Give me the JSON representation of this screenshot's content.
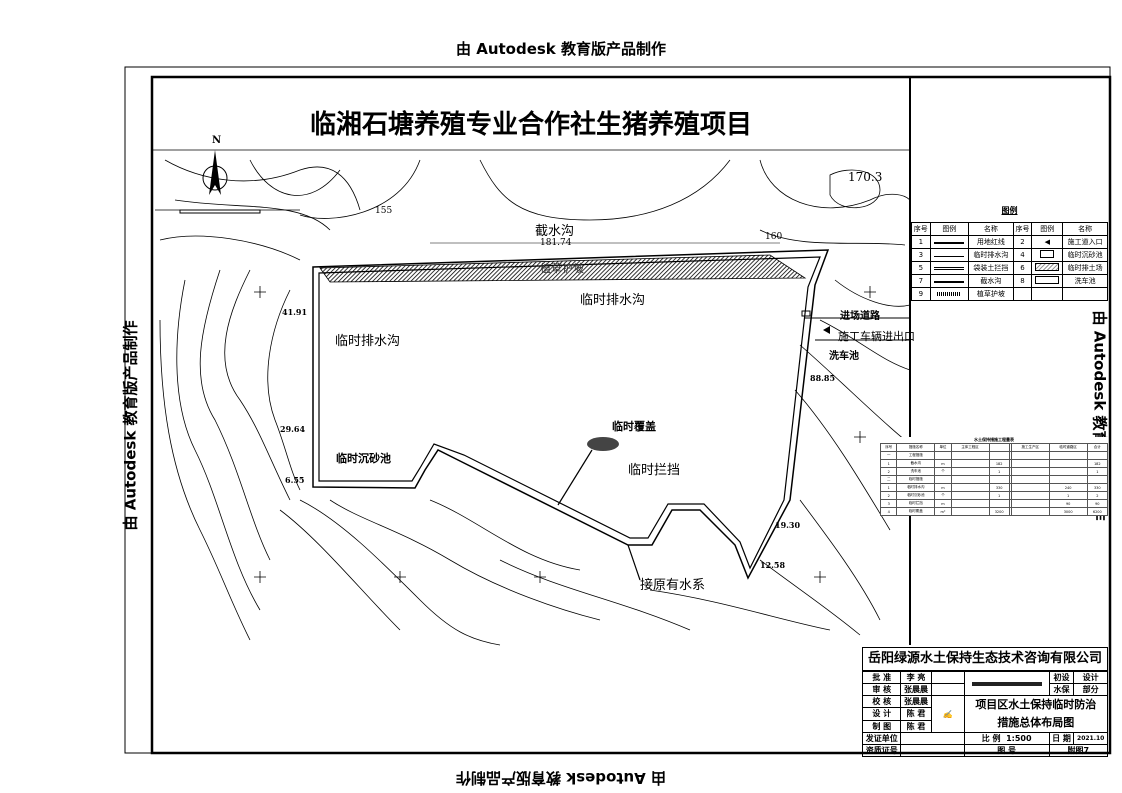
{
  "watermark": "由 Autodesk 教育版产品制作",
  "title": "临湘石塘养殖专业合作社生猪养殖项目",
  "north": "N",
  "map_labels": {
    "intercept_ditch": "截水沟",
    "intercept_length": "181.74",
    "slope_protection": "植草护坡",
    "temp_drain_top": "临时排水沟",
    "temp_drain_left": "临时排水沟",
    "access_road": "进场道路",
    "vehicle_exit": "施工车辆进出口",
    "car_wash": "洗车池",
    "temp_cover": "临时覆盖",
    "temp_block": "临时拦挡",
    "sediment_pond": "临时沉砂池",
    "connect_water": "接原有水系",
    "contour_155": "155",
    "contour_160": "160",
    "elev_170": "170.3",
    "len_left_top": "41.91",
    "len_left_mid": "29.64",
    "len_left_bot": "6.55",
    "len_right_top": "88.85",
    "len_right_bot": "19.30",
    "len_bottom": "12.58"
  },
  "legend": {
    "title": "图例",
    "headers": [
      "序号",
      "图例",
      "名称",
      "序号",
      "图例",
      "名称"
    ],
    "rows": [
      {
        "n1": "1",
        "name1": "用地红线",
        "n2": "2",
        "name2": "施工道入口"
      },
      {
        "n1": "3",
        "name1": "临时排水沟",
        "n2": "4",
        "name2": "临时沉砂池"
      },
      {
        "n1": "5",
        "name1": "袋装土拦挡",
        "n2": "6",
        "name2": "临时排土场"
      },
      {
        "n1": "7",
        "name1": "截水沟",
        "n2": "8",
        "name2": "洗车池"
      },
      {
        "n1": "9",
        "name1": "植草护坡",
        "n2": "",
        "name2": ""
      }
    ]
  },
  "quantity_table": {
    "title": "水土保持措施工程量表",
    "headers": [
      "序号",
      "措施名称",
      "单位",
      "主体工程区",
      "",
      "",
      "施工生产区",
      "临时道路区",
      "合计"
    ],
    "rows": [
      [
        "一",
        "工程措施",
        "",
        "",
        "",
        "",
        "",
        "",
        ""
      ],
      [
        "1",
        "截水沟",
        "m",
        "",
        "182",
        "",
        "",
        "",
        "182"
      ],
      [
        "2",
        "洗车池",
        "个",
        "",
        "1",
        "",
        "",
        "",
        "1"
      ],
      [
        "二",
        "临时措施",
        "",
        "",
        "",
        "",
        "",
        "",
        ""
      ],
      [
        "1",
        "临时排水沟",
        "m",
        "",
        "330",
        "",
        "",
        "240",
        "330"
      ],
      [
        "2",
        "临时沉砂池",
        "个",
        "",
        "1",
        "",
        "",
        "1",
        "2"
      ],
      [
        "3",
        "临时拦挡",
        "m",
        "",
        "",
        "",
        "",
        "90",
        "90"
      ],
      [
        "4",
        "临时覆盖",
        "m²",
        "",
        "3200",
        "",
        "",
        "3000",
        "6200"
      ]
    ]
  },
  "title_block": {
    "company": "岳阳绿源水土保持生态技术咨询有限公司",
    "roles": [
      {
        "role": "批 准",
        "name": "李 亮"
      },
      {
        "role": "审 核",
        "name": "张晨晨"
      },
      {
        "role": "校 核",
        "name": "张晨晨"
      },
      {
        "role": "设 计",
        "name": "陈 君"
      },
      {
        "role": "制 图",
        "name": "陈 君"
      }
    ],
    "stage": "初设",
    "stage2": "设计",
    "dept": "水保",
    "dept2": "部分",
    "drawing_title_1": "项目区水土保持临时防治",
    "drawing_title_2": "措施总体布局图",
    "cert_unit_label": "发证单位",
    "cert_no_label": "资质证号",
    "scale_label": "比 例",
    "scale": "1:500",
    "date_label": "日 期",
    "date": "2021.10",
    "drawing_no_label": "图 号",
    "drawing_no": "附图7"
  }
}
